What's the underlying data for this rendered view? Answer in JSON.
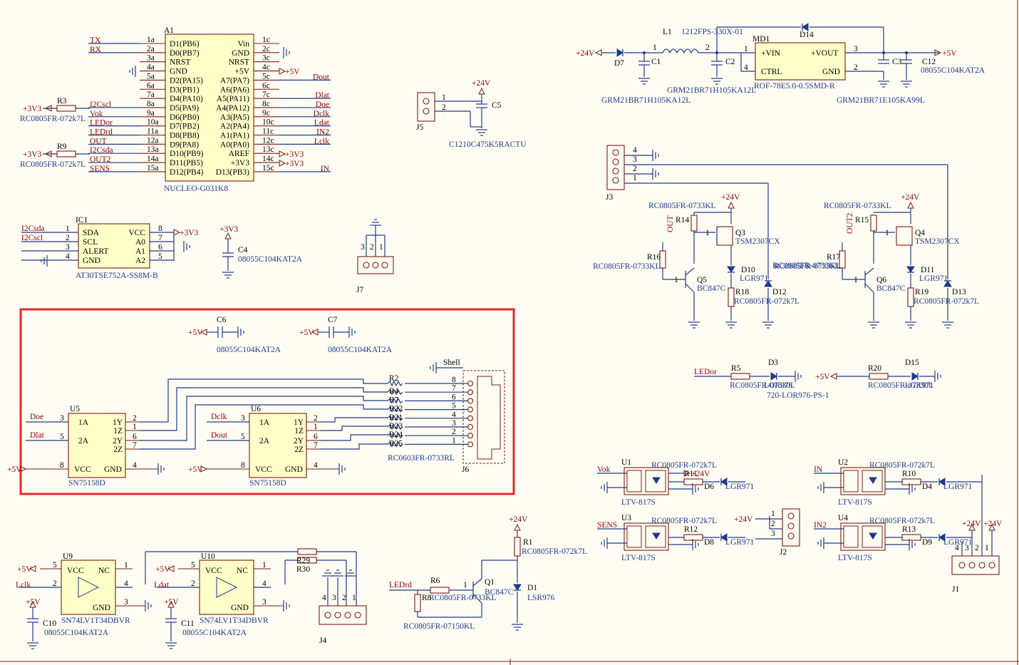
{
  "colors": {
    "background": "#fffdf3",
    "wire": "#1f3a8c",
    "body": "#ffffc8",
    "outline": "#7a1a12",
    "net": "#8b0000",
    "highlight": "#e8262c"
  },
  "a1": {
    "ref": "A1",
    "value": "NUCLEO-G031K8",
    "left_pins": [
      [
        "1a",
        "D1(PB6)"
      ],
      [
        "2a",
        "D0(PB7)"
      ],
      [
        "3a",
        "NRST"
      ],
      [
        "4a",
        "GND"
      ],
      [
        "5a",
        "D2(PA15)"
      ],
      [
        "6a",
        "D3(PB1)"
      ],
      [
        "7a",
        "D4(PA10)"
      ],
      [
        "8a",
        "D5(PA9)"
      ],
      [
        "9a",
        "D6(PB0)"
      ],
      [
        "10a",
        "D7(PB2)"
      ],
      [
        "11a",
        "D8(PB8)"
      ],
      [
        "12a",
        "D9(PA8)"
      ],
      [
        "13a",
        "D10(PB9)"
      ],
      [
        "14a",
        "D11(PB5)"
      ],
      [
        "15a",
        "D12(PB4)"
      ]
    ],
    "right_pins": [
      [
        "1c",
        "Vin"
      ],
      [
        "2c",
        "GND"
      ],
      [
        "3c",
        "NRST"
      ],
      [
        "4c",
        "+5V"
      ],
      [
        "5c",
        "A7(PA7)"
      ],
      [
        "6c",
        "A6(PA6)"
      ],
      [
        "7c",
        "A5(PA11)"
      ],
      [
        "8c",
        "A4(PA12)"
      ],
      [
        "9c",
        "A3(PA5)"
      ],
      [
        "10c",
        "A2(PA4)"
      ],
      [
        "11c",
        "A1(PA1)"
      ],
      [
        "12c",
        "A0(PA0)"
      ],
      [
        "13c",
        "AREF"
      ],
      [
        "14c",
        "+3V3"
      ],
      [
        "15c",
        "D13(PB3)"
      ]
    ],
    "left_nets": [
      "TX",
      "RX",
      "",
      "",
      "",
      "",
      "",
      "I2Cscl",
      "Vok",
      "LEDor",
      "LEDrd",
      "OUT",
      "I2Csda",
      "OUT2",
      "SENS"
    ],
    "right_nets": [
      "",
      "",
      "",
      "+5V",
      "Dout",
      "",
      "Dlat",
      "Doe",
      "Dclk",
      "Ldat",
      "IN2",
      "Lclk",
      "+3V3",
      "+3V3",
      "IN"
    ]
  },
  "r3": {
    "ref": "R3",
    "value": "RC0805FR-072k7L",
    "net": "+3V3"
  },
  "r9": {
    "ref": "R9",
    "value": "RC0805FR-072k7L",
    "net": "+3V3"
  },
  "ic1": {
    "ref": "IC1",
    "value": "AT30TSE752A-SS8M-B",
    "left": [
      [
        "1",
        "SDA"
      ],
      [
        "2",
        "SCL"
      ],
      [
        "3",
        "ALERT"
      ],
      [
        "4",
        "GND"
      ]
    ],
    "right": [
      [
        "8",
        "VCC"
      ],
      [
        "7",
        "A0"
      ],
      [
        "6",
        "A1"
      ],
      [
        "5",
        "A2"
      ]
    ],
    "nets": [
      "I2Csda",
      "I2Cscl"
    ],
    "vcc": "+3V3"
  },
  "c4": {
    "ref": "C4",
    "value": "08055C104KAT2A",
    "net": "+3V3"
  },
  "j5": {
    "ref": "J5",
    "pins": [
      "1",
      "2"
    ]
  },
  "c5": {
    "ref": "C5",
    "value": "C1210C475K5RACTU",
    "net": "+24V"
  },
  "j7": {
    "ref": "J7",
    "pins": [
      "3",
      "2",
      "1"
    ]
  },
  "top": {
    "net_in": "+24V",
    "d7": "D7",
    "c1": "C1",
    "l1": "L1",
    "l1_val": "1212FPS-330X-01",
    "md1": "MD1",
    "md1_val": "ROF-78E5.0-0.5SMD-R",
    "md1_pins": [
      "+VIN",
      "+VOUT",
      "CTRL",
      "GND"
    ],
    "md1_nums": [
      "1",
      "3",
      "4",
      "2"
    ],
    "c2": "C2",
    "c3": "C3",
    "c12": "C12",
    "d14": "D14",
    "net_out": "+5V",
    "c1_val": "GRM21BR71H105KA12L",
    "c2_val": "GRM21BR71H105KA12L",
    "c3_val": "GRM21BR71E105KA99L",
    "c12_val": "08055C104KAT2A",
    "pin1": "1",
    "pin2": "2"
  },
  "j3": {
    "ref": "J3",
    "pins": [
      "4",
      "3",
      "2",
      "1"
    ]
  },
  "out1": {
    "net": "OUT",
    "r14": "R14",
    "r14_val": "RC0805FR-0733KL",
    "r16": "R16",
    "r16_val": "RC0805FR-0733KL",
    "q3": "Q3",
    "q3_val": "TSM2307CX",
    "q5": "Q5",
    "q5_val": "BC847C",
    "d10": "D10",
    "d10_val": "LGR971",
    "d12": "D12",
    "r18": "R18",
    "r18_val": "RC0805FR-072k7L",
    "vcc": "+24V",
    "r_extra": "RC0805FR-0733KL"
  },
  "out2": {
    "net": "OUT2",
    "r15": "R15",
    "r15_val": "RC0805FR-0733KL",
    "r17": "R17",
    "r17_val": "RC0805FR-0733KL",
    "q4": "Q4",
    "q4_val": "TSM2307CX",
    "q6": "Q6",
    "q6_val": "BC847C",
    "d11": "D11",
    "d11_val": "LGR971",
    "d13": "D13",
    "r19": "R19",
    "r19_val": "RC0805FR-072k7L",
    "vcc": "+24V"
  },
  "led": {
    "r5": "R5",
    "r5_val": "RC0805FR-07330L",
    "d3": "D3",
    "d3_val": "LOR976",
    "d3_val2": "720-LOR976-PS-1",
    "net": "LEDor",
    "r20": "R20",
    "r20_val": "RC0805FR-07330L",
    "d15": "D15",
    "d15_val": "LGR971",
    "vcc": "+5V"
  },
  "box": {
    "c6": "C6",
    "c6_val": "08055C104KAT2A",
    "c7": "C7",
    "c7_val": "08055C104KAT2A",
    "vcc": "+5V",
    "shell": "Shell",
    "u5": "U5",
    "u6": "U6",
    "u_val": "SN75158D",
    "u_pins_left": [
      [
        "3",
        "1A"
      ],
      [
        "5",
        "2A"
      ],
      [
        "8",
        "VCC"
      ]
    ],
    "u_pins_right": [
      [
        "2",
        "1Y"
      ],
      [
        "1",
        "1Z"
      ],
      [
        "6",
        "2Y"
      ],
      [
        "7",
        "2Z"
      ],
      [
        "4",
        "GND"
      ]
    ],
    "u5_nets": [
      "Doe",
      "Dlat"
    ],
    "u6_nets": [
      "Dclk",
      "Dout"
    ],
    "res": [
      "R2",
      "R4",
      "R7",
      "R22",
      "R21",
      "R23",
      "R24",
      "R25"
    ],
    "res_val": "RC0603FR-0733RL",
    "j6": "J6",
    "j6_pins": [
      "8",
      "7",
      "6",
      "5",
      "4",
      "3",
      "2",
      "1"
    ]
  },
  "u9": {
    "ref": "U9",
    "value": "SN74LV1T34DBVR",
    "pins": [
      [
        "5",
        "VCC"
      ],
      [
        "1",
        "NC"
      ],
      [
        "2",
        ""
      ],
      [
        "4",
        ""
      ],
      [
        "3",
        "GND"
      ]
    ],
    "net_in": "Lclk",
    "vcc": "+5V"
  },
  "u10": {
    "ref": "U10",
    "value": "SN74LV1T34DBVR",
    "pins": [
      [
        "5",
        "VCC"
      ],
      [
        "1",
        "NC"
      ],
      [
        "2",
        ""
      ],
      [
        "4",
        ""
      ],
      [
        "3",
        "GND"
      ]
    ],
    "net_in": "Ldat",
    "vcc": "+5V"
  },
  "c10": {
    "ref": "C10",
    "value": "08055C104KAT2A",
    "net": "+5V"
  },
  "c11": {
    "ref": "C11",
    "value": "08055C104KAT2A",
    "net": "+5V"
  },
  "r29": "R29",
  "r30": "R30",
  "j4": {
    "ref": "J4",
    "pins": [
      "4",
      "3",
      "2",
      "1"
    ]
  },
  "q1": {
    "ref": "Q1",
    "value": "BC847C",
    "r6": "R6",
    "r6_val": "RC0805FR-0733KL",
    "r8": "R8",
    "r8_val": "RC0805FR-07150KL",
    "net": "LEDrd",
    "r1": "R1",
    "r1_val": "RC0805FR-072k7L",
    "d1": "D1",
    "d1_val": "LSR976",
    "vcc": "+24V"
  },
  "opto": {
    "u1": "U1",
    "u2": "U2",
    "u3": "U3",
    "u4": "U4",
    "val": "LTV-817S",
    "nets": [
      "Vok",
      "IN",
      "SENS",
      "IN2"
    ],
    "r11": "R11",
    "r12": "R12",
    "r10": "R10",
    "r13": "R13",
    "r_val": "RC0805FR-072k7L",
    "d6": "D6",
    "d8": "D8",
    "d4": "D4",
    "d9": "D9",
    "d_val": "LGR971",
    "vcc": "+24V"
  },
  "j2": {
    "ref": "J2",
    "pins": [
      "1",
      "2",
      "3"
    ],
    "net": "+24V"
  },
  "j1": {
    "ref": "J1",
    "pins": [
      "4",
      "3",
      "2",
      "1"
    ],
    "nets": [
      "+24V",
      "+24V"
    ]
  }
}
